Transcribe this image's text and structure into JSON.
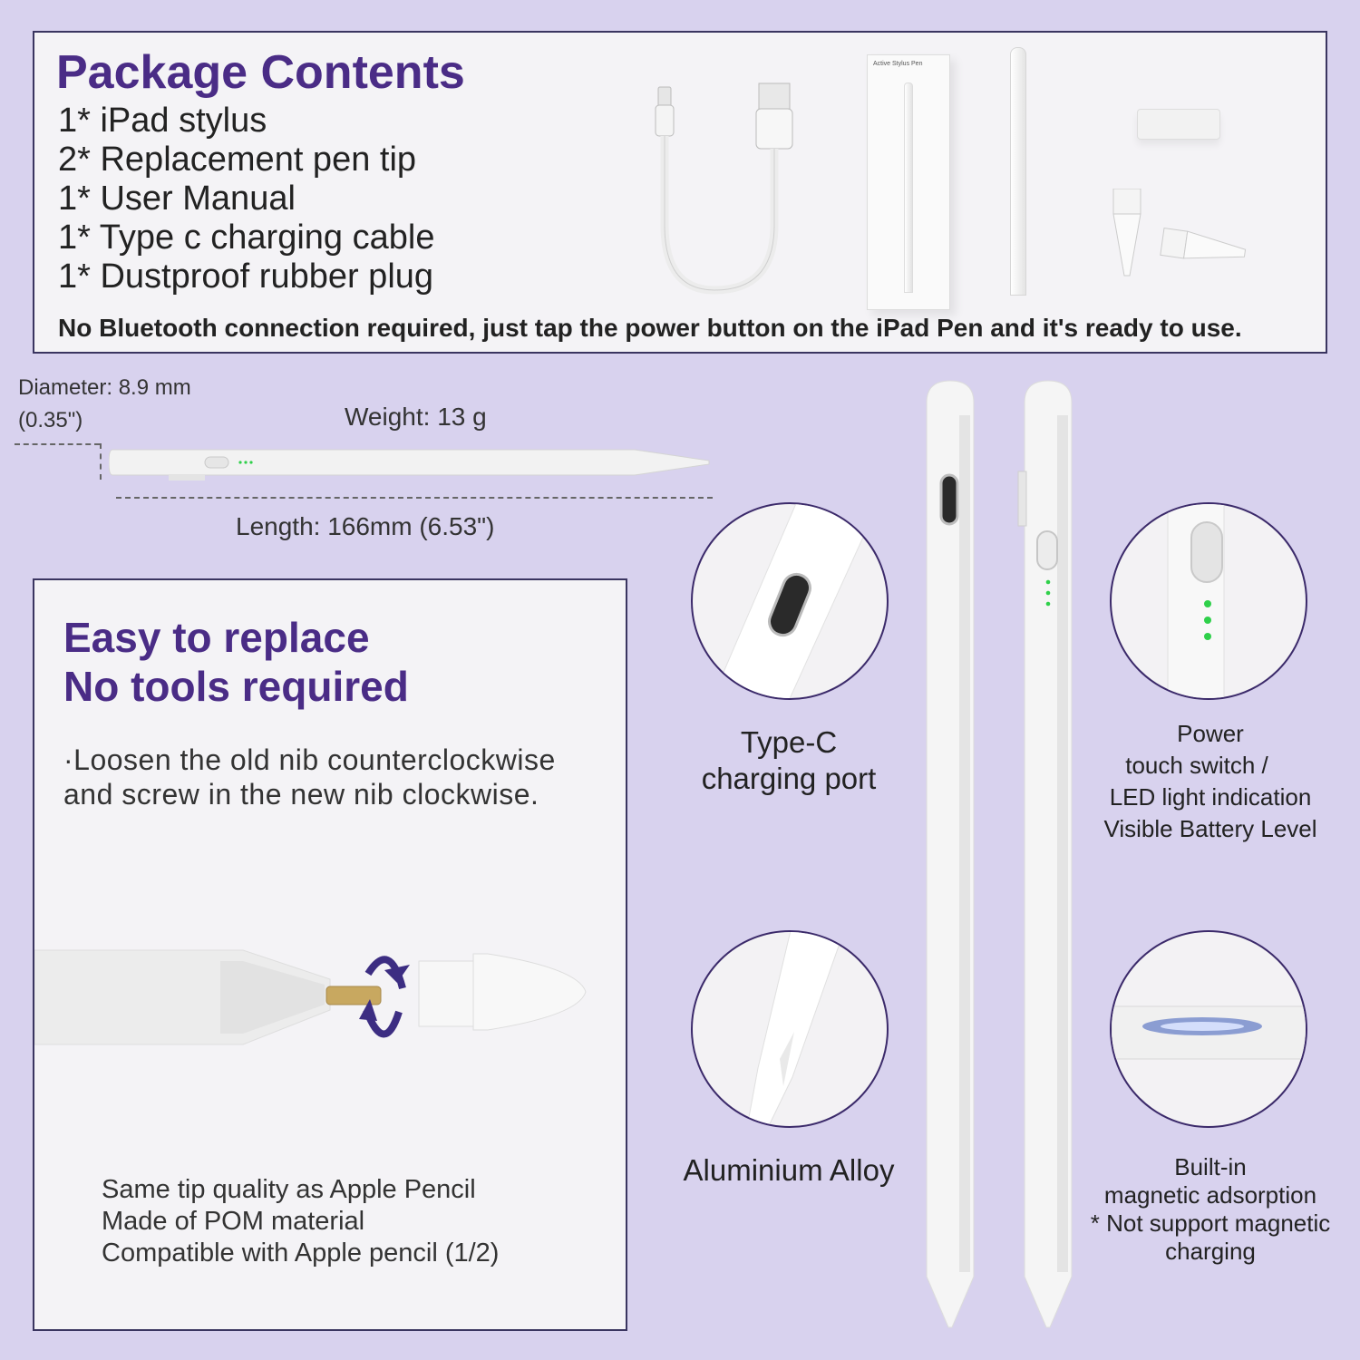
{
  "package": {
    "title": "Package Contents",
    "items": [
      "1* iPad stylus",
      "2* Replacement pen tip",
      "1* User Manual",
      "1* Type c charging cable",
      "1* Dustproof rubber plug"
    ],
    "box_label": "Active Stylus Pen",
    "note": "No Bluetooth connection required, just tap the power button on the iPad Pen and it's ready to use."
  },
  "dimensions": {
    "diameter": "Diameter: 8.9 mm",
    "diameter_in": "(0.35\")",
    "weight": "Weight: 13 g",
    "length": "Length: 166mm (6.53\")"
  },
  "replace": {
    "title_line1": "Easy to replace",
    "title_line2": "No tools required",
    "desc_line1": "·Loosen the old nib counterclockwise",
    "desc_line2": "and screw in the new nib clockwise.",
    "features": [
      "Same tip quality as Apple Pencil",
      "Made of POM material",
      "Compatible with Apple pencil (1/2)"
    ]
  },
  "features": {
    "typec": [
      "Type-C",
      "charging port"
    ],
    "power": [
      "Power",
      "touch switch /",
      "LED light indication",
      "Visible Battery Level"
    ],
    "alloy": [
      "Aluminium Alloy"
    ],
    "magnetic": [
      "Built-in",
      "magnetic adsorption",
      "* Not support magnetic",
      "charging"
    ]
  },
  "colors": {
    "background": "#d8d2ee",
    "accent": "#4a2c86",
    "led": "#2fd04a"
  }
}
